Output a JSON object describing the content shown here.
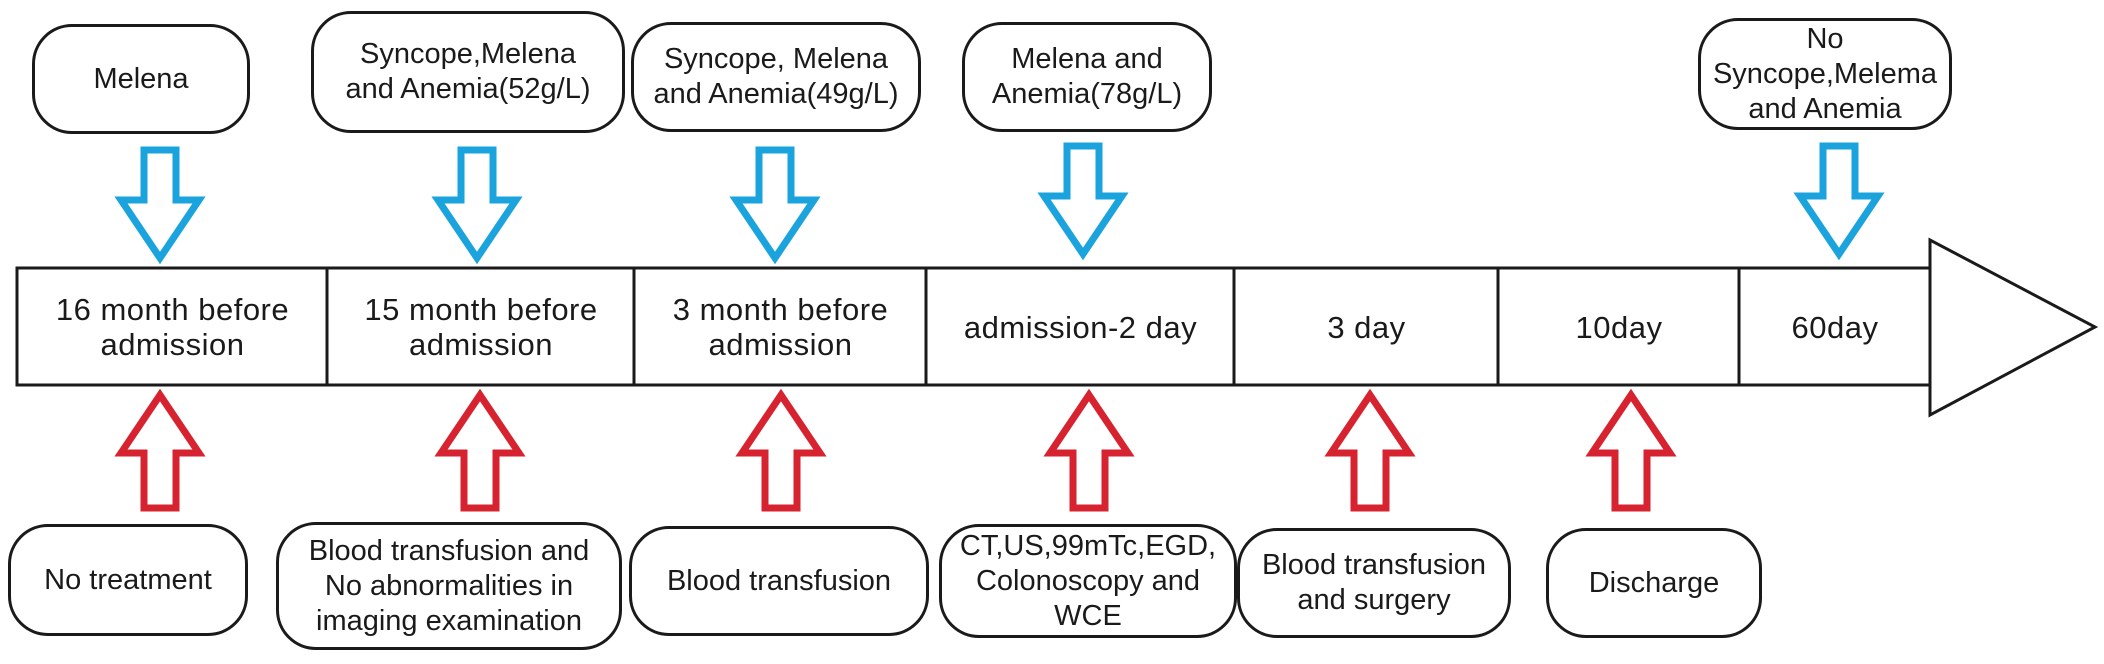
{
  "colors": {
    "line": "#1a1a1a",
    "symptom_arrow": "#1aa3dc",
    "treatment_arrow": "#d6232f",
    "background": "#ffffff"
  },
  "timeline": {
    "segments": [
      {
        "label": "16 month before\nadmission"
      },
      {
        "label": "15 month before\nadmission"
      },
      {
        "label": "3 month before\nadmission"
      },
      {
        "label": "admission-2 day"
      },
      {
        "label": "3 day"
      },
      {
        "label": "10day"
      },
      {
        "label": "60day"
      }
    ]
  },
  "symptoms": [
    {
      "text": "Melena"
    },
    {
      "text": "Syncope,Melena\nand Anemia(52g/L)"
    },
    {
      "text": "Syncope, Melena\nand Anemia(49g/L)"
    },
    {
      "text": "Melena  and\nAnemia(78g/L)"
    },
    {
      "text": "No\nSyncope,Melema\nand Anemia"
    }
  ],
  "treatments": [
    {
      "text": "No treatment"
    },
    {
      "text": "Blood transfusion and\nNo abnormalities in\nimaging examination"
    },
    {
      "text": "Blood transfusion"
    },
    {
      "text": "CT,US,99mTc,EGD,\nColonoscopy and\nWCE"
    },
    {
      "text": "Blood transfusion\nand surgery"
    },
    {
      "text": "Discharge"
    }
  ]
}
